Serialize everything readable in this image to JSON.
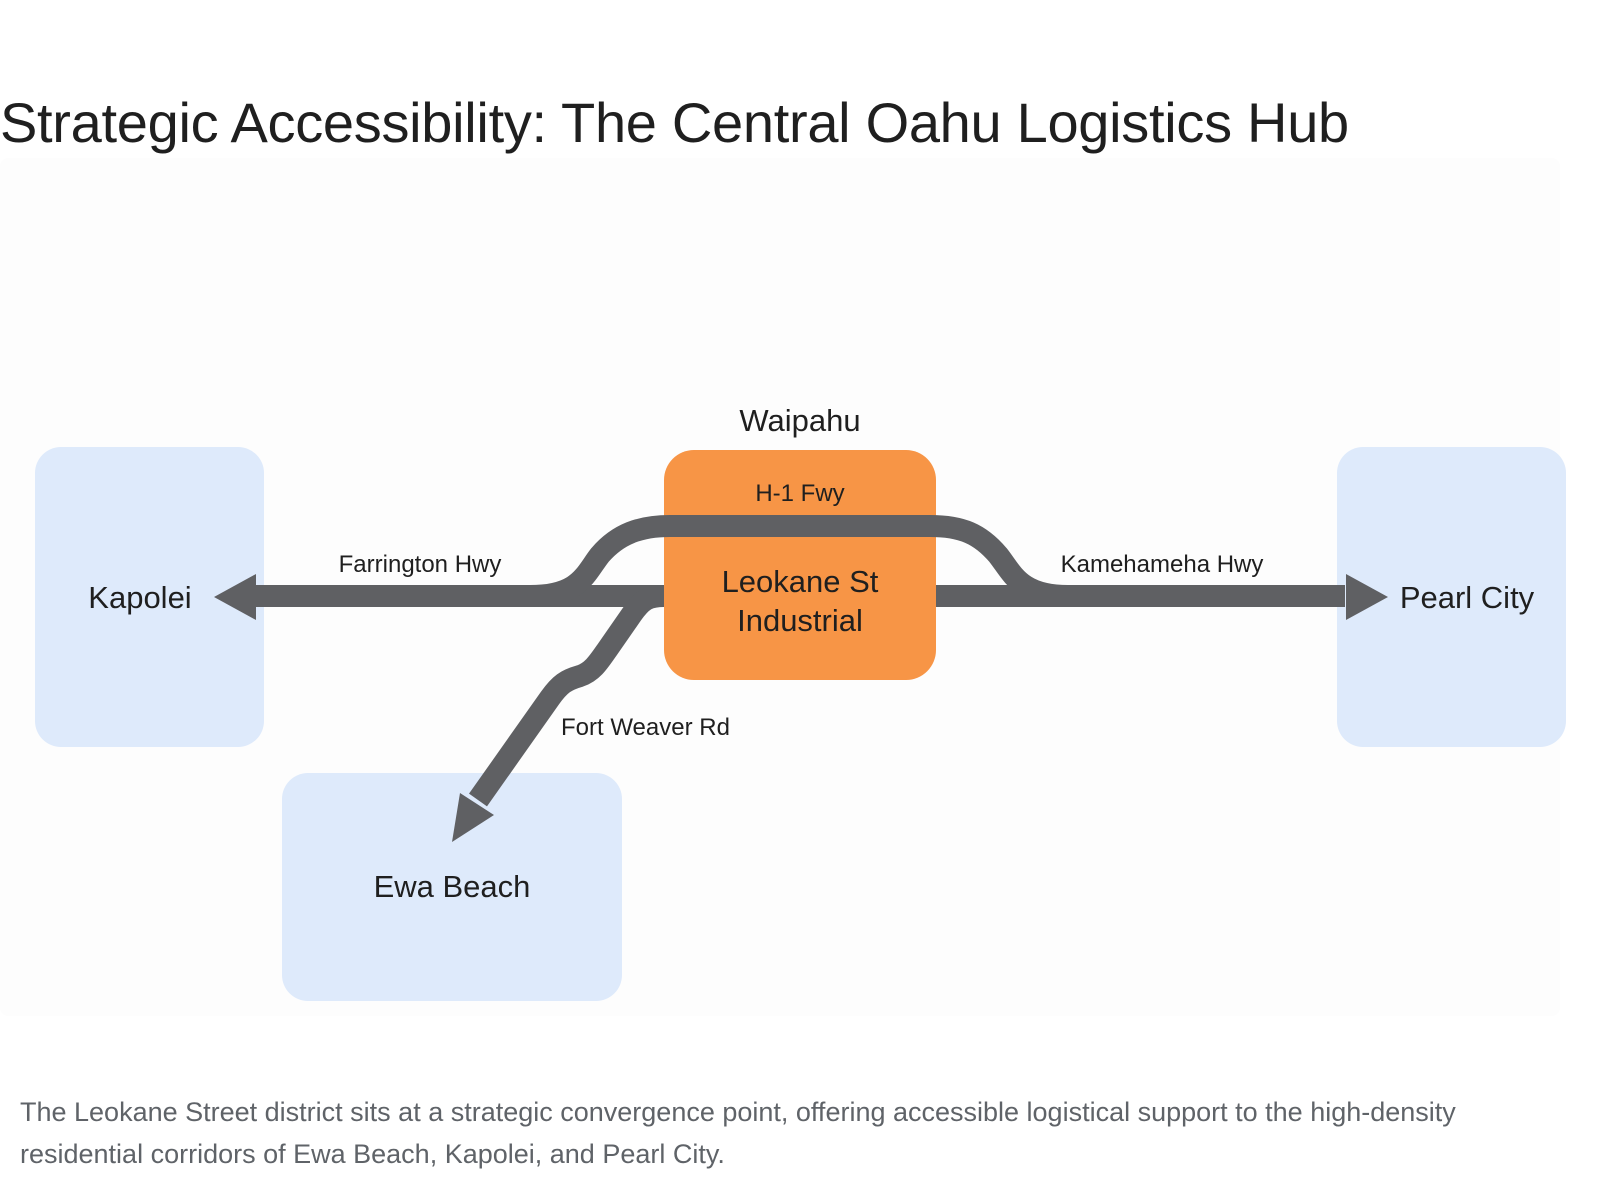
{
  "title": "Strategic Accessibility: The Central Oahu Logistics Hub",
  "colors": {
    "hub_fill": "#f79546",
    "destination_fill": "#deeafb",
    "road": "#5f6063",
    "text": "#1f1f1f",
    "caption_text": "#5f6368"
  },
  "diagram": {
    "hub": {
      "name": "Leokane St Industrial",
      "line1": "Leokane St",
      "line2": "Industrial",
      "area_label": "Waipahu",
      "through_road_label": "H-1 Fwy"
    },
    "destinations": [
      {
        "id": "kapolei",
        "label": "Kapolei",
        "via": "Farrington Hwy",
        "direction": "west"
      },
      {
        "id": "pearl-city",
        "label": "Pearl City",
        "via": "Kamehameha Hwy",
        "direction": "east"
      },
      {
        "id": "ewa-beach",
        "label": "Ewa Beach",
        "via": "Fort Weaver Rd",
        "direction": "southwest"
      }
    ]
  },
  "caption": "The Leokane Street district sits at a strategic convergence point, offering accessible logistical support to the high-density residential corridors of Ewa Beach, Kapolei, and Pearl City."
}
